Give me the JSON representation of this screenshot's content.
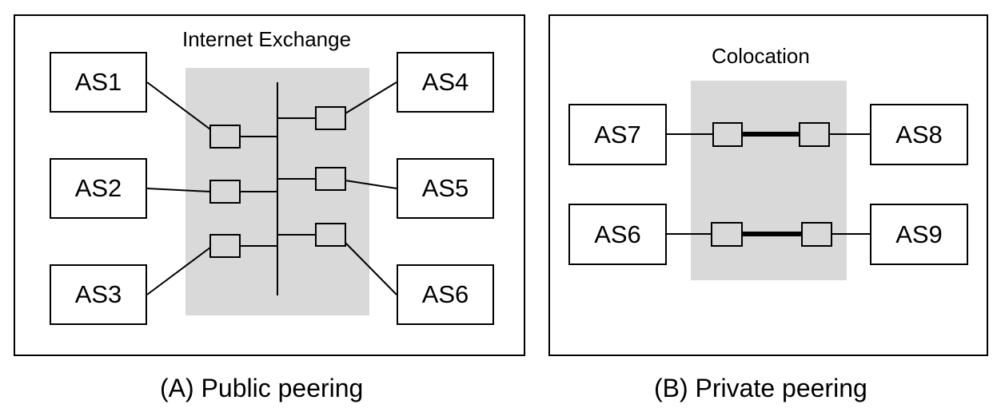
{
  "panel_a": {
    "region_label": "Internet Exchange",
    "caption": "(A) Public peering",
    "left_nodes": [
      "AS1",
      "AS2",
      "AS3"
    ],
    "right_nodes": [
      "AS4",
      "AS5",
      "AS6"
    ]
  },
  "panel_b": {
    "region_label": "Colocation",
    "caption": "(B) Private peering",
    "pairs": [
      {
        "left": "AS7",
        "right": "AS8"
      },
      {
        "left": "AS6",
        "right": "AS9"
      }
    ]
  },
  "colors": {
    "region_fill": "#d9d9d9",
    "port_fill": "#d9d9d9",
    "line": "#000000"
  }
}
